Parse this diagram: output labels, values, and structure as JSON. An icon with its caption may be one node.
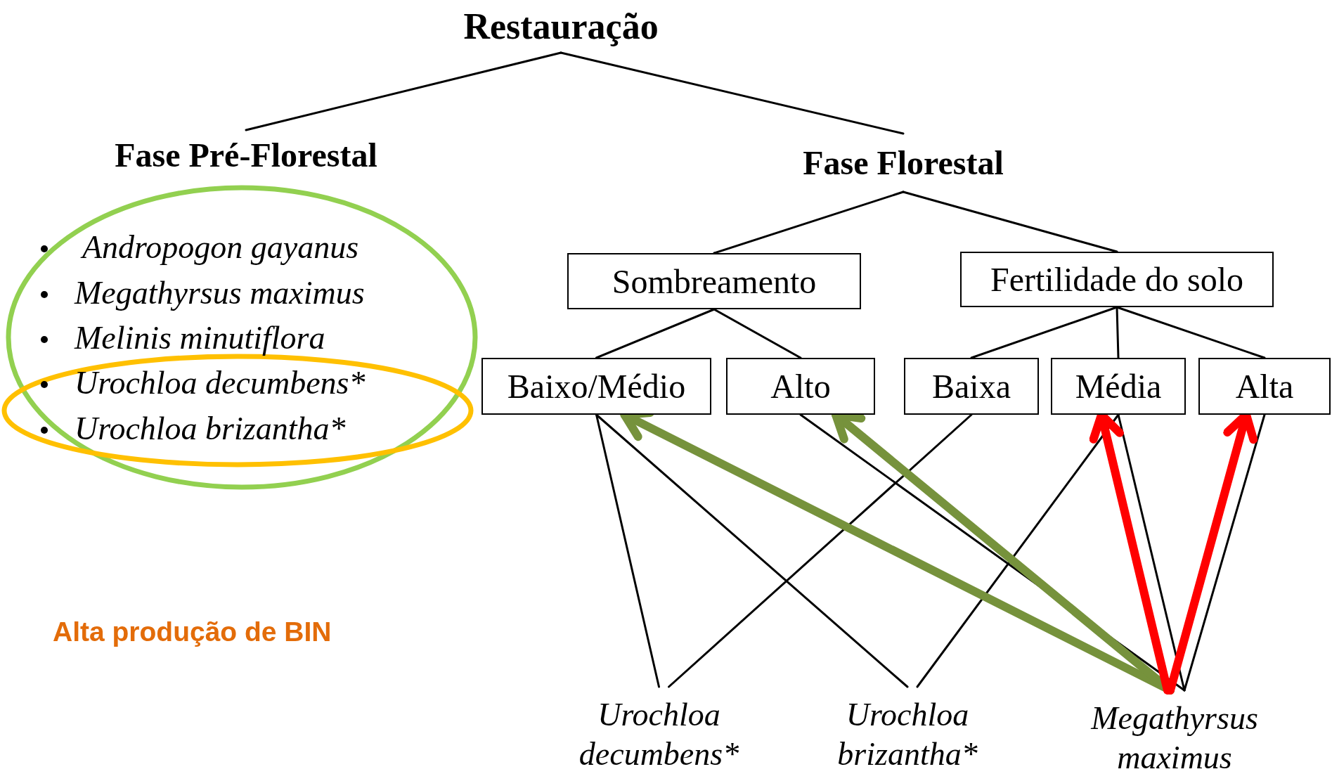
{
  "diagram": {
    "nodes": [
      {
        "text": [
          "Restauração"
        ]
      },
      {
        "text": [
          "Fase Pré-Florestal"
        ]
      },
      {
        "text": [
          "Fase Florestal"
        ]
      },
      {
        "text": [
          "Sombreamento"
        ]
      },
      {
        "text": [
          "Fertilidade do solo"
        ]
      },
      {
        "text": [
          "Baixo/Médio"
        ]
      },
      {
        "text": [
          "Alto"
        ]
      },
      {
        "text": [
          "Baixa"
        ]
      },
      {
        "text": [
          "Média"
        ]
      },
      {
        "text": [
          "Alta"
        ]
      },
      {
        "text": [
          "Urochloa decumbens*"
        ]
      },
      {
        "text": [
          "Urochloa brizantha*"
        ]
      },
      {
        "text": [
          "Megathyrsus maximus"
        ]
      }
    ],
    "edges": [
      {
        "from": 0,
        "to": 1,
        "arrow": "none"
      },
      {
        "from": 0,
        "to": 2,
        "arrow": "none"
      },
      {
        "from": 2,
        "to": 3,
        "arrow": "none"
      },
      {
        "from": 2,
        "to": 4,
        "arrow": "none"
      },
      {
        "from": 3,
        "to": 5,
        "arrow": "none"
      },
      {
        "from": 3,
        "to": 6,
        "arrow": "none"
      },
      {
        "from": 4,
        "to": 7,
        "arrow": "none"
      },
      {
        "from": 4,
        "to": 8,
        "arrow": "none"
      },
      {
        "from": 4,
        "to": 9,
        "arrow": "none"
      },
      {
        "from": 5,
        "to": 10,
        "arrow": "none"
      },
      {
        "from": 5,
        "to": 11,
        "arrow": "none"
      },
      {
        "from": 7,
        "to": 10,
        "arrow": "none"
      },
      {
        "from": 8,
        "to": 11,
        "arrow": "none"
      },
      {
        "from": 6,
        "to": 12,
        "arrow": "none"
      },
      {
        "from": 8,
        "to": 12,
        "arrow": "none"
      },
      {
        "from": 9,
        "to": 12,
        "arrow": "none"
      },
      {
        "from": 12,
        "to": 5,
        "arrow": "to",
        "style": "thick",
        "color": "#76923c"
      },
      {
        "from": 12,
        "to": 6,
        "arrow": "to",
        "style": "thick",
        "color": "#76923c"
      },
      {
        "from": 12,
        "to": 8,
        "arrow": "to",
        "style": "thick",
        "color": "#ff0000"
      },
      {
        "from": 12,
        "to": 9,
        "arrow": "to",
        "style": "thick",
        "color": "#ff0000"
      }
    ],
    "labels": [
      "Andropogon gayanus",
      "Megathyrsus maximus",
      "Melinis minutiflora",
      "Urochloa decumbens*",
      "Urochloa brizantha*",
      "Alta produção de BIN"
    ]
  }
}
